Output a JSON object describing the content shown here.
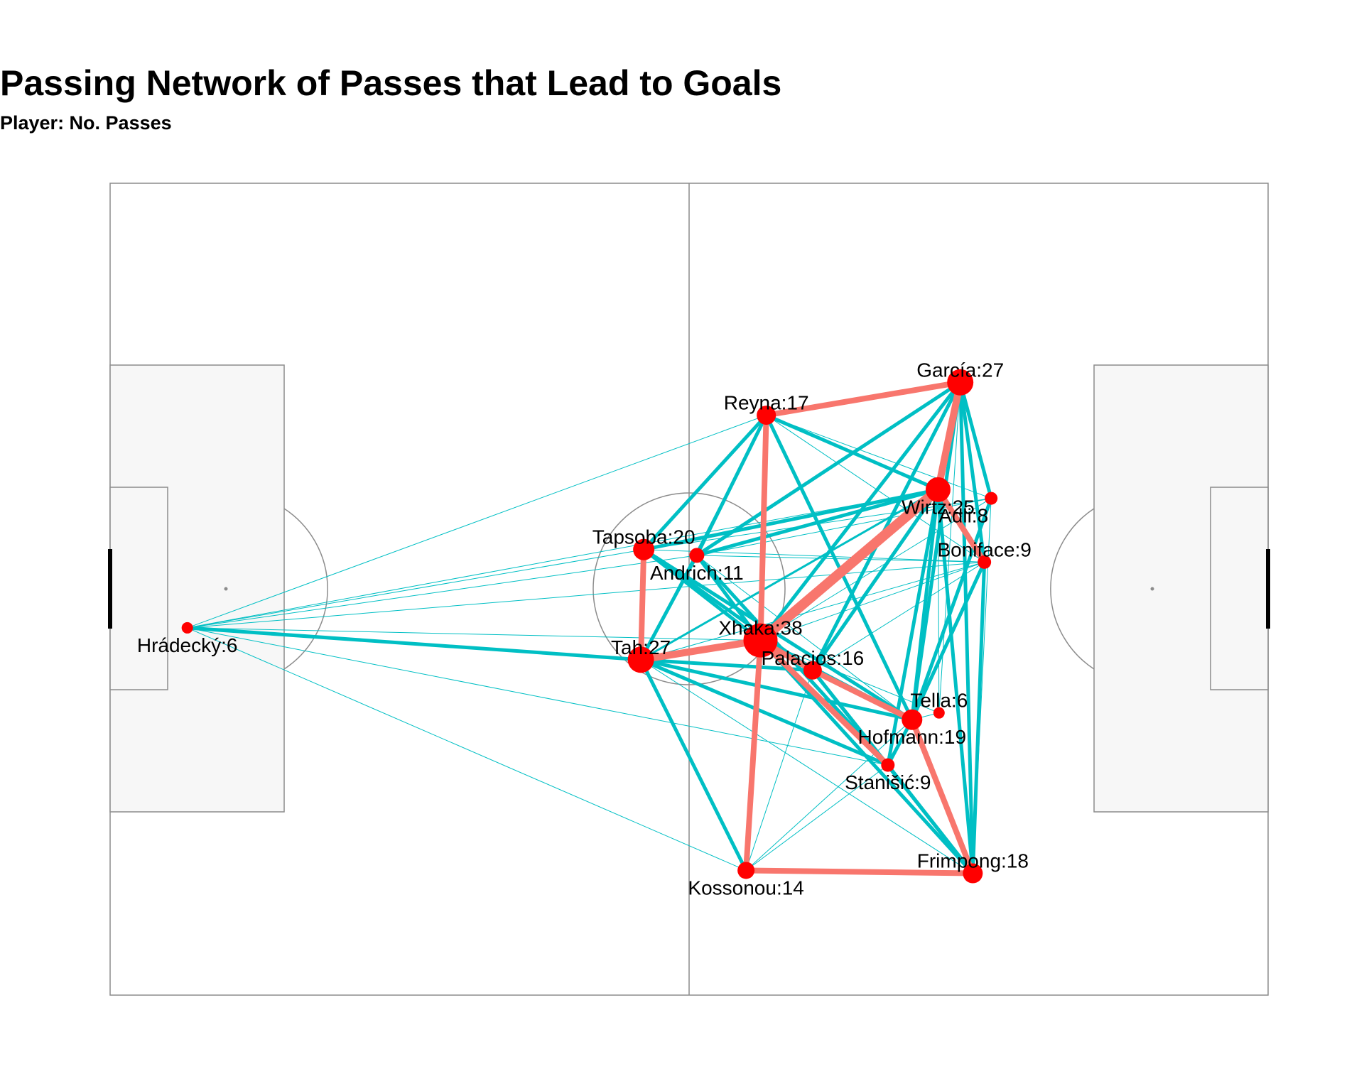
{
  "title": "Passing Network of Passes that Lead to Goals",
  "subtitle": "Player: No. Passes",
  "colors": {
    "node": "#ff0000",
    "edge_strong": "#f8766d",
    "edge_normal": "#00bfc4",
    "pitch_line": "#8c8c8c",
    "box_fill": "#f7f7f7",
    "goal": "#000000"
  },
  "chart_data": {
    "type": "network",
    "x_range": [
      0,
      120
    ],
    "y_range": [
      0,
      84
    ],
    "nodes": [
      {
        "name": "Hrádecký",
        "passes": 6,
        "label": "Hrádecký:6",
        "x": 8,
        "y": 38,
        "label_pos": "below"
      },
      {
        "name": "Tah",
        "passes": 27,
        "label": "Tah:27",
        "x": 55,
        "y": 34.7,
        "label_pos": "above"
      },
      {
        "name": "Tapsoba",
        "passes": 20,
        "label": "Tapsoba:20",
        "x": 55.3,
        "y": 46.1,
        "label_pos": "above"
      },
      {
        "name": "Andrich",
        "passes": 11,
        "label": "Andrich:11",
        "x": 60.8,
        "y": 45.5,
        "label_pos": "below"
      },
      {
        "name": "Xhaka",
        "passes": 38,
        "label": "Xhaka:38",
        "x": 67.4,
        "y": 36.7,
        "label_pos": "above"
      },
      {
        "name": "Reyna",
        "passes": 17,
        "label": "Reyna:17",
        "x": 68,
        "y": 60,
        "label_pos": "above"
      },
      {
        "name": "García",
        "passes": 27,
        "label": "García:27",
        "x": 88.1,
        "y": 63.4,
        "label_pos": "above"
      },
      {
        "name": "Adli",
        "passes": 8,
        "label": "Adli:8",
        "x": 91.3,
        "y": 51.4,
        "label_pos": "belowleft"
      },
      {
        "name": "Wirtz",
        "passes": 25,
        "label": "Wirtz:25",
        "x": 85.8,
        "y": 52.3,
        "label_pos": "below"
      },
      {
        "name": "Boniface",
        "passes": 9,
        "label": "Boniface:9",
        "x": 90.6,
        "y": 44.8,
        "label_pos": "above"
      },
      {
        "name": "Palacios",
        "passes": 16,
        "label": "Palacios:16",
        "x": 72.8,
        "y": 33.6,
        "label_pos": "above"
      },
      {
        "name": "Tella",
        "passes": 6,
        "label": "Tella:6",
        "x": 85.9,
        "y": 29.2,
        "label_pos": "above"
      },
      {
        "name": "Hofmann",
        "passes": 19,
        "label": "Hofmann:19",
        "x": 83.1,
        "y": 28.5,
        "label_pos": "below"
      },
      {
        "name": "Stanišić",
        "passes": 9,
        "label": "Stanišić:9",
        "x": 80.6,
        "y": 23.8,
        "label_pos": "below"
      },
      {
        "name": "Frimpong",
        "passes": 18,
        "label": "Frimpong:18",
        "x": 89.4,
        "y": 12.6,
        "label_pos": "above"
      },
      {
        "name": "Kossonou",
        "passes": 14,
        "label": "Kossonou:14",
        "x": 65.9,
        "y": 12.9,
        "label_pos": "below"
      }
    ],
    "edges": [
      {
        "from": "Hrádecký",
        "to": "Tah",
        "count": 3
      },
      {
        "from": "Hrádecký",
        "to": "Reyna",
        "count": 1
      },
      {
        "from": "Hrádecký",
        "to": "Tapsoba",
        "count": 1
      },
      {
        "from": "Hrádecký",
        "to": "Andrich",
        "count": 1
      },
      {
        "from": "Hrádecký",
        "to": "Wirtz",
        "count": 1
      },
      {
        "from": "Hrádecký",
        "to": "Boniface",
        "count": 1
      },
      {
        "from": "Hrádecký",
        "to": "Xhaka",
        "count": 1
      },
      {
        "from": "Hrádecký",
        "to": "Palacios",
        "count": 1
      },
      {
        "from": "Hrádecký",
        "to": "Stanišić",
        "count": 1
      },
      {
        "from": "Hrádecký",
        "to": "Kossonou",
        "count": 1
      },
      {
        "from": "Tah",
        "to": "Tapsoba",
        "count": 5
      },
      {
        "from": "Tah",
        "to": "Xhaka",
        "count": 6
      },
      {
        "from": "Tah",
        "to": "Palacios",
        "count": 3
      },
      {
        "from": "Tah",
        "to": "Hofmann",
        "count": 3
      },
      {
        "from": "Tah",
        "to": "Stanišić",
        "count": 3
      },
      {
        "from": "Tah",
        "to": "Kossonou",
        "count": 3
      },
      {
        "from": "Tah",
        "to": "Wirtz",
        "count": 2
      },
      {
        "from": "Tah",
        "to": "Andrich",
        "count": 3
      },
      {
        "from": "Tah",
        "to": "Reyna",
        "count": 1
      },
      {
        "from": "Tah",
        "to": "Boniface",
        "count": 1
      },
      {
        "from": "Tah",
        "to": "Frimpong",
        "count": 1
      },
      {
        "from": "Tapsoba",
        "to": "Reyna",
        "count": 3
      },
      {
        "from": "Tapsoba",
        "to": "Xhaka",
        "count": 3
      },
      {
        "from": "Tapsoba",
        "to": "Wirtz",
        "count": 3
      },
      {
        "from": "Tapsoba",
        "to": "Palacios",
        "count": 3
      },
      {
        "from": "Tapsoba",
        "to": "Hofmann",
        "count": 3
      },
      {
        "from": "Tapsoba",
        "to": "Boniface",
        "count": 1
      },
      {
        "from": "Tapsoba",
        "to": "Adli",
        "count": 1
      },
      {
        "from": "Andrich",
        "to": "Reyna",
        "count": 3
      },
      {
        "from": "Andrich",
        "to": "García",
        "count": 3
      },
      {
        "from": "Andrich",
        "to": "Wirtz",
        "count": 3
      },
      {
        "from": "Andrich",
        "to": "Xhaka",
        "count": 3
      },
      {
        "from": "Andrich",
        "to": "Stanišić",
        "count": 3
      },
      {
        "from": "Andrich",
        "to": "Boniface",
        "count": 1
      },
      {
        "from": "Andrich",
        "to": "Adli",
        "count": 1
      },
      {
        "from": "Andrich",
        "to": "Hofmann",
        "count": 1
      },
      {
        "from": "Xhaka",
        "to": "Reyna",
        "count": 5
      },
      {
        "from": "Xhaka",
        "to": "Wirtz",
        "count": 8
      },
      {
        "from": "Xhaka",
        "to": "Kossonou",
        "count": 5
      },
      {
        "from": "Xhaka",
        "to": "Palacios",
        "count": 5
      },
      {
        "from": "Xhaka",
        "to": "Stanišić",
        "count": 5
      },
      {
        "from": "Xhaka",
        "to": "García",
        "count": 3
      },
      {
        "from": "Xhaka",
        "to": "Hofmann",
        "count": 3
      },
      {
        "from": "Xhaka",
        "to": "Frimpong",
        "count": 3
      },
      {
        "from": "Xhaka",
        "to": "Boniface",
        "count": 1
      },
      {
        "from": "Xhaka",
        "to": "Adli",
        "count": 1
      },
      {
        "from": "Xhaka",
        "to": "Tella",
        "count": 1
      },
      {
        "from": "Reyna",
        "to": "García",
        "count": 5
      },
      {
        "from": "Reyna",
        "to": "Wirtz",
        "count": 3
      },
      {
        "from": "Reyna",
        "to": "Hofmann",
        "count": 3
      },
      {
        "from": "Reyna",
        "to": "Adli",
        "count": 1
      },
      {
        "from": "Reyna",
        "to": "Boniface",
        "count": 1
      },
      {
        "from": "García",
        "to": "Wirtz",
        "count": 6
      },
      {
        "from": "García",
        "to": "Adli",
        "count": 3
      },
      {
        "from": "García",
        "to": "Boniface",
        "count": 3
      },
      {
        "from": "García",
        "to": "Hofmann",
        "count": 3
      },
      {
        "from": "García",
        "to": "Palacios",
        "count": 3
      },
      {
        "from": "García",
        "to": "Frimpong",
        "count": 3
      },
      {
        "from": "García",
        "to": "Tella",
        "count": 1
      },
      {
        "from": "Wirtz",
        "to": "Boniface",
        "count": 5
      },
      {
        "from": "Wirtz",
        "to": "Hofmann",
        "count": 3
      },
      {
        "from": "Wirtz",
        "to": "Frimpong",
        "count": 3
      },
      {
        "from": "Wirtz",
        "to": "Palacios",
        "count": 3
      },
      {
        "from": "Wirtz",
        "to": "Stanišić",
        "count": 3
      },
      {
        "from": "Wirtz",
        "to": "Tella",
        "count": 1
      },
      {
        "from": "Adli",
        "to": "Hofmann",
        "count": 3
      },
      {
        "from": "Adli",
        "to": "Frimpong",
        "count": 1
      },
      {
        "from": "Boniface",
        "to": "Frimpong",
        "count": 3
      },
      {
        "from": "Boniface",
        "to": "Hofmann",
        "count": 3
      },
      {
        "from": "Boniface",
        "to": "Palacios",
        "count": 1
      },
      {
        "from": "Palacios",
        "to": "Hofmann",
        "count": 5
      },
      {
        "from": "Palacios",
        "to": "Stanišić",
        "count": 3
      },
      {
        "from": "Palacios",
        "to": "Frimpong",
        "count": 3
      },
      {
        "from": "Hofmann",
        "to": "Frimpong",
        "count": 5
      },
      {
        "from": "Hofmann",
        "to": "Stanišić",
        "count": 3
      },
      {
        "from": "Hofmann",
        "to": "Tella",
        "count": 1
      },
      {
        "from": "Stanišić",
        "to": "Frimpong",
        "count": 3
      },
      {
        "from": "Stanišić",
        "to": "Kossonou",
        "count": 1
      },
      {
        "from": "Kossonou",
        "to": "Frimpong",
        "count": 5
      },
      {
        "from": "Kossonou",
        "to": "Palacios",
        "count": 1
      },
      {
        "from": "Kossonou",
        "to": "Hofmann",
        "count": 1
      }
    ]
  }
}
